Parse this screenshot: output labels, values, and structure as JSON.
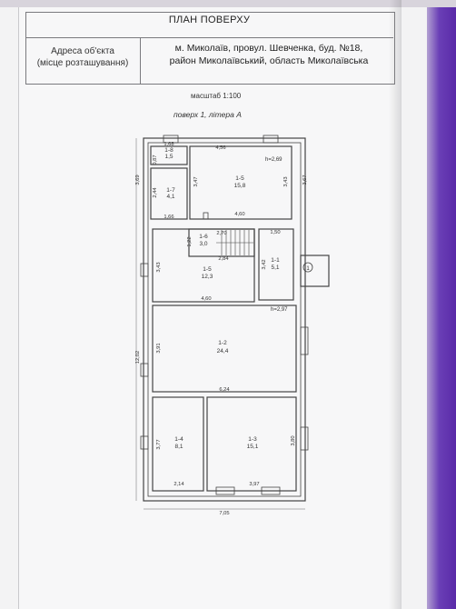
{
  "title": "ПЛАН ПОВЕРХУ",
  "address": {
    "label": "Адреса об'єкта\n(місце розташування)",
    "value": "м. Миколаїв, провул. Шевченка, буд. №18,\nрайон Миколаївський, область Миколаївська"
  },
  "scale": "масштаб 1:100",
  "floor_label": "поверх 1, літера А",
  "plan": {
    "heights": [
      "h=2,69",
      "h=2,97"
    ],
    "rooms": [
      {
        "id": "1-8",
        "area": "1,5"
      },
      {
        "id": "1-7",
        "area": "4,1"
      },
      {
        "id": "1-5",
        "area": "15,8"
      },
      {
        "id": "1-6",
        "area": "3,0"
      },
      {
        "id": "1-5",
        "area": "12,3"
      },
      {
        "id": "1-1",
        "area": "5,1"
      },
      {
        "id": "1-2",
        "area": "24,4"
      },
      {
        "id": "1-4",
        "area": "8,1"
      },
      {
        "id": "1-3",
        "area": "15,1"
      }
    ],
    "dimensions": [
      "1,68",
      "0,87",
      "4,56",
      "3,69",
      "2,44",
      "3,47",
      "3,43",
      "3,67",
      "1,66",
      "4,60",
      "2,70",
      "1,50",
      "1,22",
      "3,43",
      "2,84",
      "3,42",
      "4,60",
      "3,91",
      "12,02",
      "6,24",
      "3,77",
      "3,80",
      "2,14",
      "3,97",
      "7,05"
    ],
    "marker": "1"
  }
}
